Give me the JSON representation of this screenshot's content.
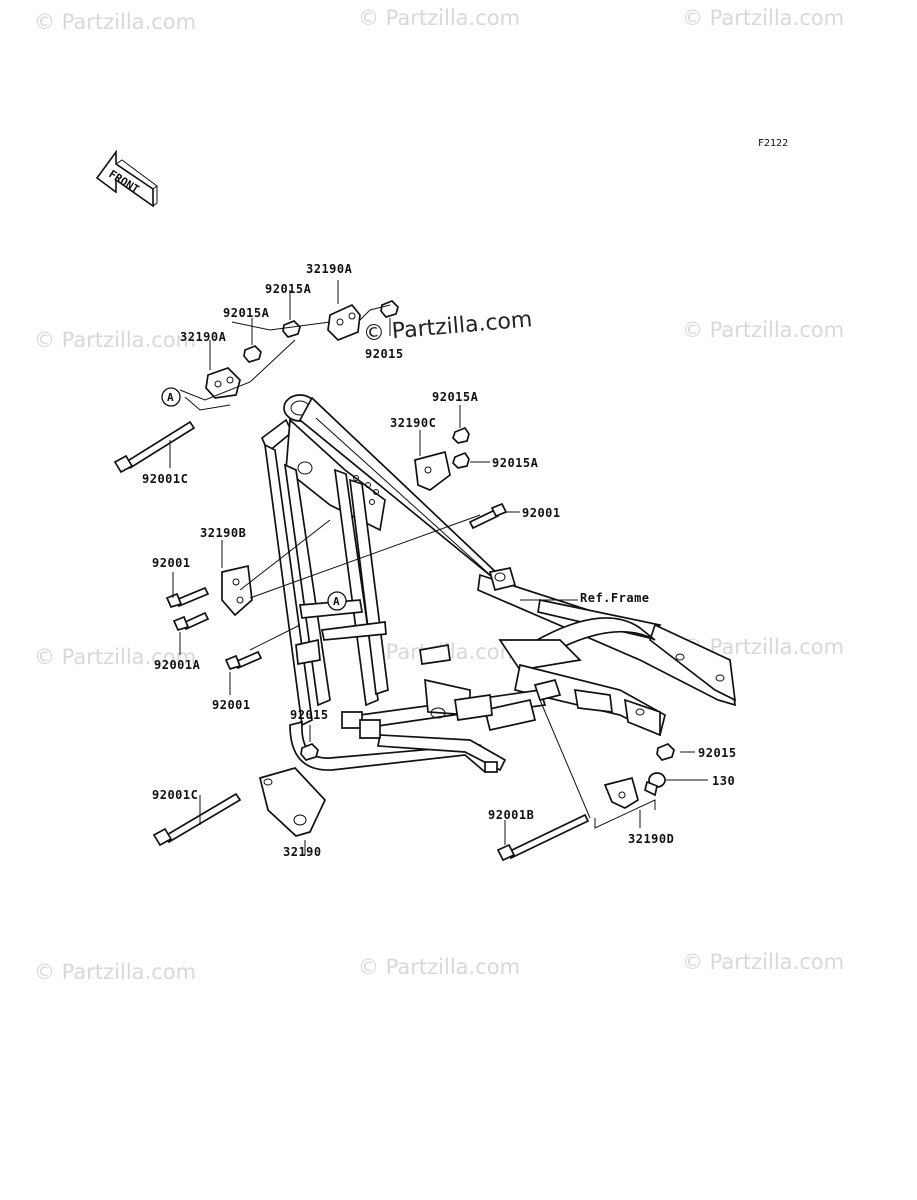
{
  "watermarks": [
    "© Partzilla.com",
    "© Partzilla.com",
    "© Partzilla.com",
    "© Partzilla.com",
    "© Partzilla.com",
    "© Partzilla.com",
    "© Partzilla.com",
    "© Partzilla.com",
    "© Partzilla.com",
    "© Partzilla.com",
    "© Partzilla.com"
  ],
  "center_watermark": "© Partzilla.com",
  "diagram_code": "F2122",
  "front_arrow": "FRONT",
  "callouts": {
    "a_top": "A",
    "a_frame": "A"
  },
  "parts": {
    "p32190A_top": "32190A",
    "p92015A_top": "92015A",
    "p92015_top": "92015",
    "p92015A_left": "92015A",
    "p32190A_left": "32190A",
    "p92001C_top": "92001C",
    "p92015A_r1": "92015A",
    "p32190C": "32190C",
    "p92015A_r2": "92015A",
    "p92001_right": "92001",
    "p32190B": "32190B",
    "p92001_left": "92001",
    "p92001A": "92001A",
    "p92001_low": "92001",
    "ref_frame": "Ref.Frame",
    "p92015_low": "92015",
    "p92001C_low": "92001C",
    "p32190": "32190",
    "p92015_right": "92015",
    "p130": "130",
    "p92001B": "92001B",
    "p32190D": "32190D"
  }
}
